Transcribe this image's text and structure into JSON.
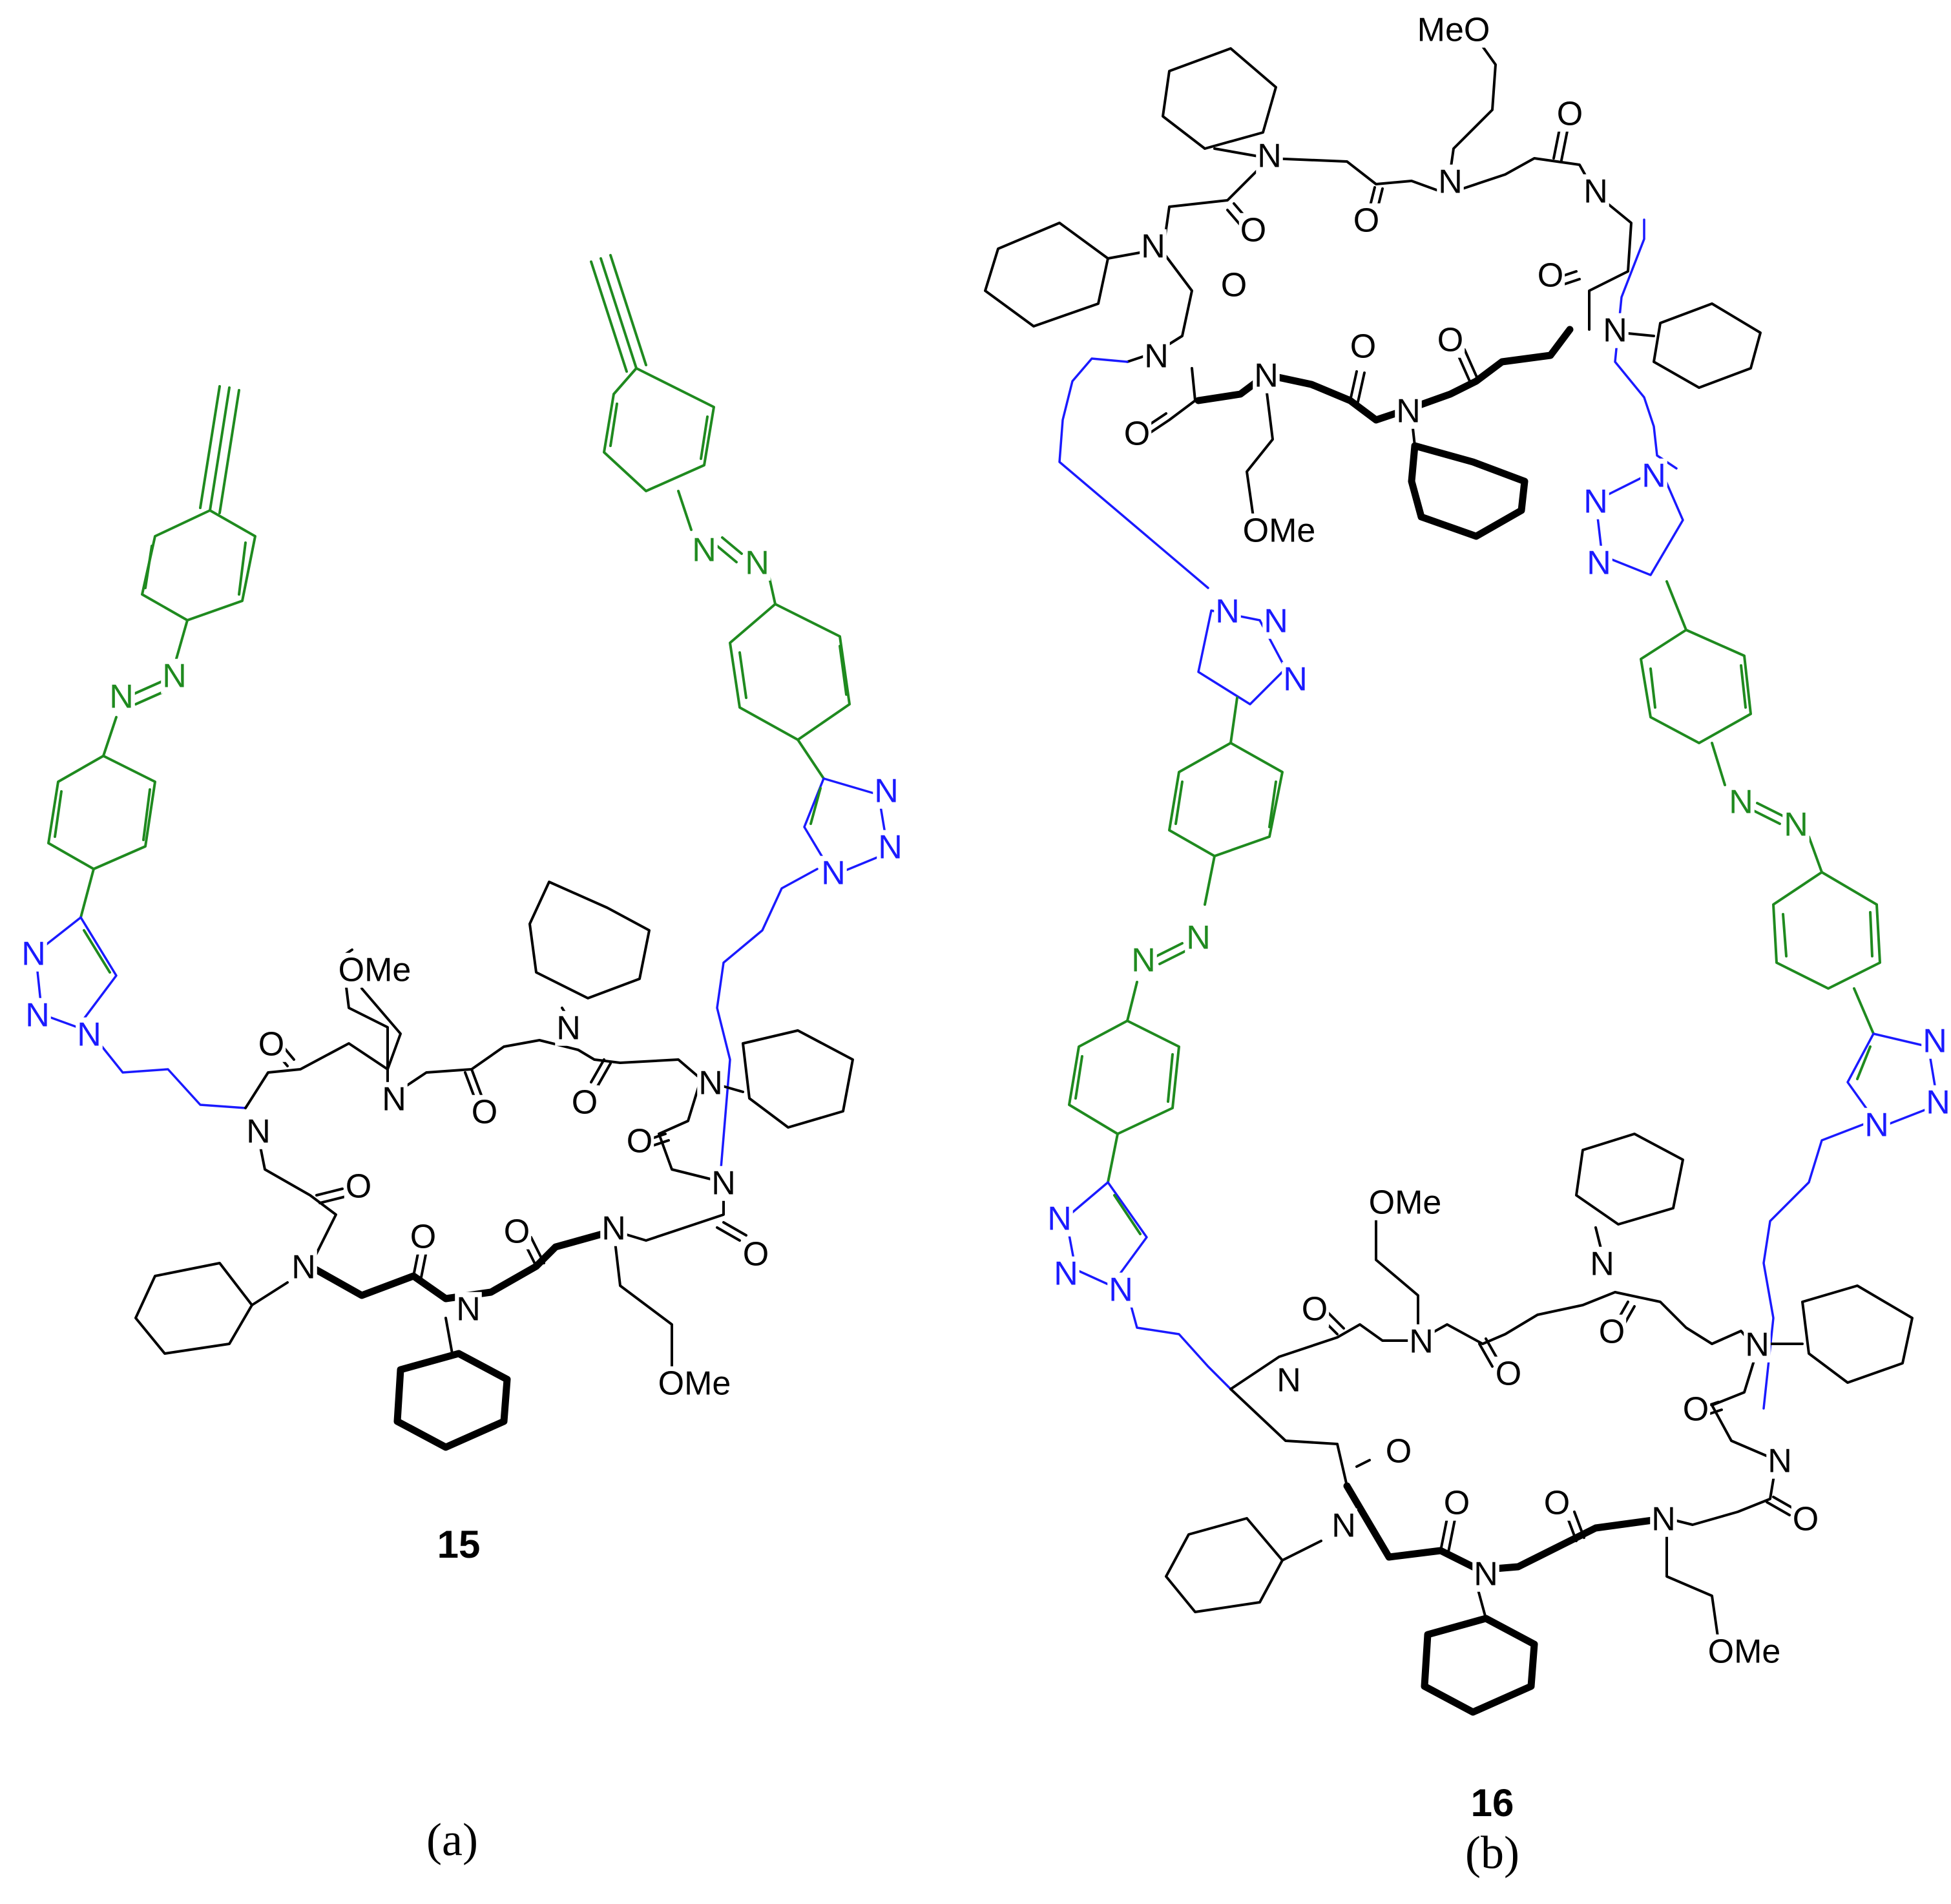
{
  "colors": {
    "peptoid_backbone": "#000000",
    "azobenzene_linker": "#1f8a1f",
    "triazole_alkyl_linker": "#1a1aff",
    "background": "#ffffff"
  },
  "atoms": {
    "nitrogen": "N",
    "oxygen": "O",
    "methoxy": "OMe",
    "methoxy_reversed": "MeO"
  },
  "compounds": {
    "c15": "15",
    "c16": "16"
  },
  "panels": {
    "a": "(a)",
    "b": "(b)"
  }
}
